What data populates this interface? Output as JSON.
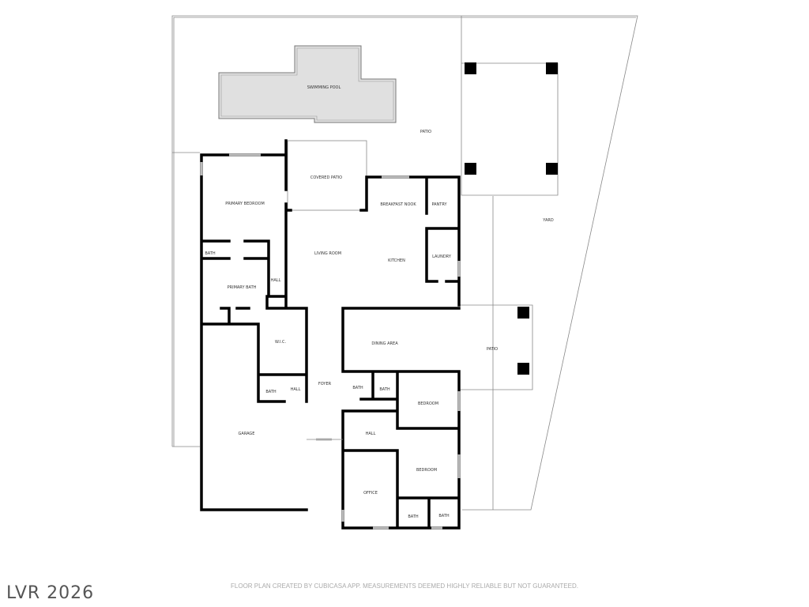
{
  "rooms": {
    "swimming_pool": "SWIMMING POOL",
    "patio_top": "PATIO",
    "covered_patio": "COVERED PATIO",
    "primary_bedroom": "PRIMARY BEDROOM",
    "breakfast_nook": "BREAKFAST NOOK",
    "pantry": "PANTRY",
    "yard": "YARD",
    "bath_primary": "BATH",
    "living_room": "LIVING ROOM",
    "kitchen": "KITCHEN",
    "laundry": "LAUNDRY",
    "hall_1": "HALL",
    "primary_bath": "PRIMARY BATH",
    "wic": "W.I.C.",
    "dining_area": "DINING AREA",
    "patio_right": "PATIO",
    "bath_2": "BATH",
    "hall_2": "HALL",
    "foyer": "FOYER",
    "bath_3": "BATH",
    "bath_4": "BATH",
    "bedroom_1": "BEDROOM",
    "garage": "GARAGE",
    "hall_3": "HALL",
    "bedroom_2": "BEDROOM",
    "office": "OFFICE",
    "bath_5": "BATH",
    "bath_6": "BATH"
  },
  "footer": {
    "disclaimer": "FLOOR PLAN CREATED BY CUBICASA APP. MEASUREMENTS DEEMED HIGHLY RELIABLE BUT NOT GUARANTEED.",
    "watermark": "LVR 2026"
  }
}
